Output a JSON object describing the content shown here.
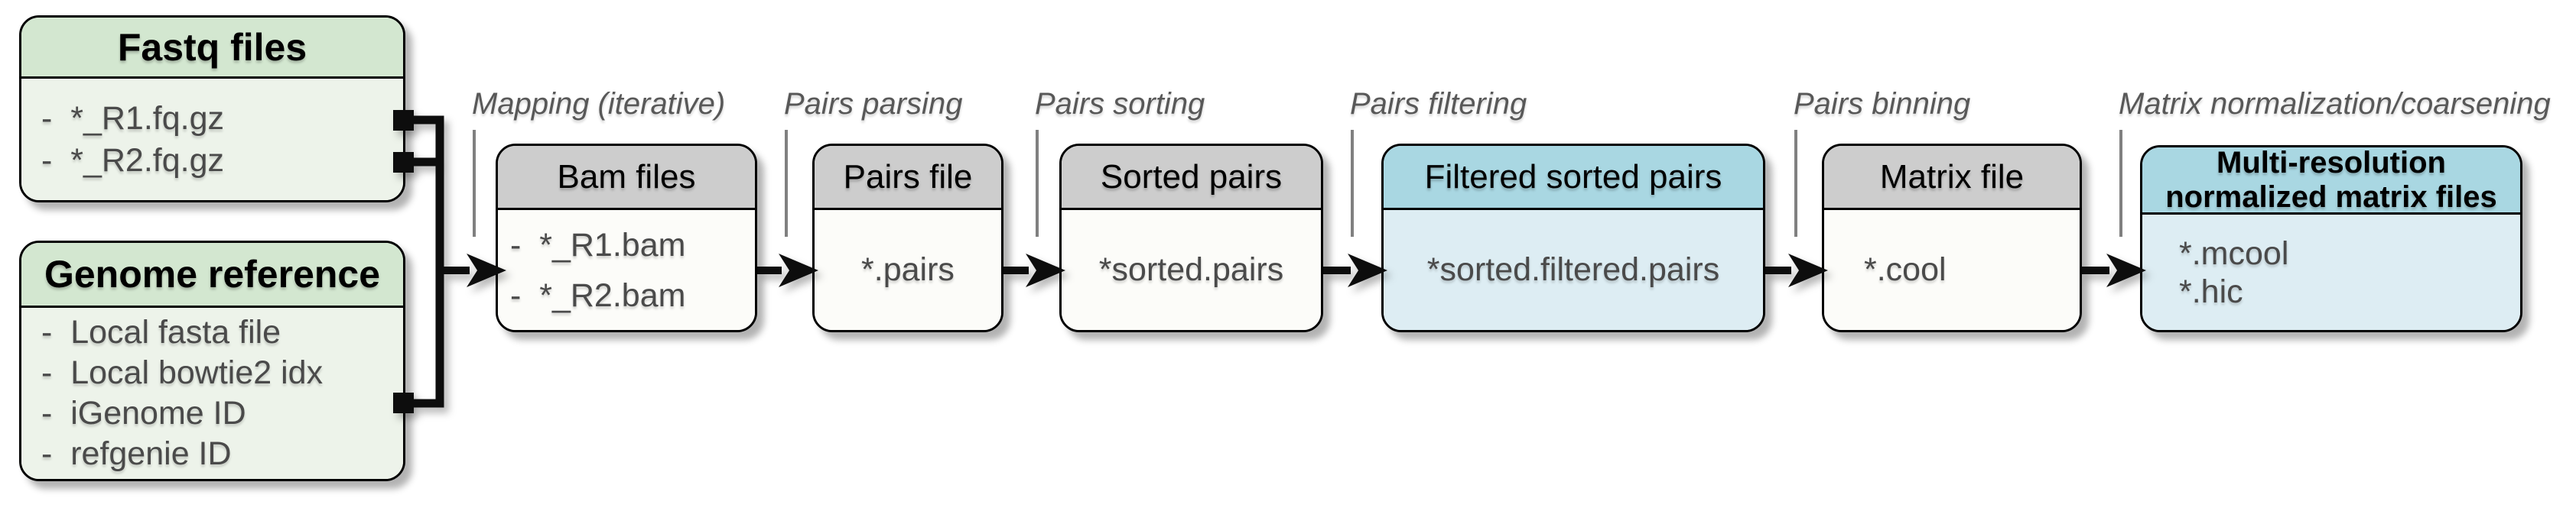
{
  "diagram": {
    "sources": [
      {
        "title": "Fastq files",
        "variant": "green",
        "items": [
          "-  *_R1.fq.gz",
          "-  *_R2.fq.gz"
        ]
      },
      {
        "title": "Genome reference",
        "variant": "green",
        "items": [
          "-  Local fasta file",
          "-  Local bowtie2 idx",
          "-  iGenome ID",
          "-  refgenie ID"
        ]
      }
    ],
    "stages": [
      {
        "label": "Mapping (iterative)",
        "title": "Bam files",
        "variant": "gray",
        "items": [
          "-  *_R1.bam",
          "-  *_R2.bam"
        ]
      },
      {
        "label": "Pairs parsing",
        "title": "Pairs file",
        "variant": "gray",
        "items": [
          "*.pairs"
        ]
      },
      {
        "label": "Pairs sorting",
        "title": "Sorted pairs",
        "variant": "gray",
        "items": [
          "*sorted.pairs"
        ]
      },
      {
        "label": "Pairs filtering",
        "title": "Filtered sorted pairs",
        "variant": "blue",
        "items": [
          "*sorted.filtered.pairs"
        ]
      },
      {
        "label": "Pairs binning",
        "title": "Matrix file",
        "variant": "gray",
        "items": [
          "*.cool"
        ]
      },
      {
        "label": "Matrix normalization/coarsening",
        "title": "Multi-resolution normalized matrix files",
        "title_lines": [
          "Multi-resolution",
          "normalized matrix files"
        ],
        "variant": "blue",
        "items": [
          "*.mcool",
          "*.hic"
        ]
      }
    ],
    "colors": {
      "green_header": "#d3e7d0",
      "green_body": "#edf3ea",
      "gray_header": "#cdcdcd",
      "gray_body": "#fcfcf9",
      "blue_header": "#a9d7e2",
      "blue_body": "#ddedf3",
      "border": "#000000",
      "connector": "#0d0d0d",
      "label_text": "#585858",
      "item_text": "#4a4a4a",
      "title_text": "#000000",
      "background": "#ffffff"
    }
  }
}
